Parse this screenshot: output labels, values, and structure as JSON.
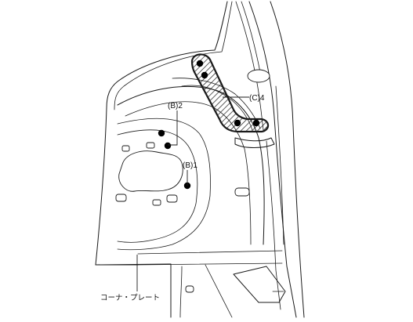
{
  "labels": {
    "b2": "(B)2",
    "b1": "(B)1",
    "c4": "(C)4",
    "part_name": "コーナ・プレート"
  },
  "colors": {
    "line": "#1a1a1a",
    "weld_dot": "#000000",
    "background": "#ffffff"
  }
}
